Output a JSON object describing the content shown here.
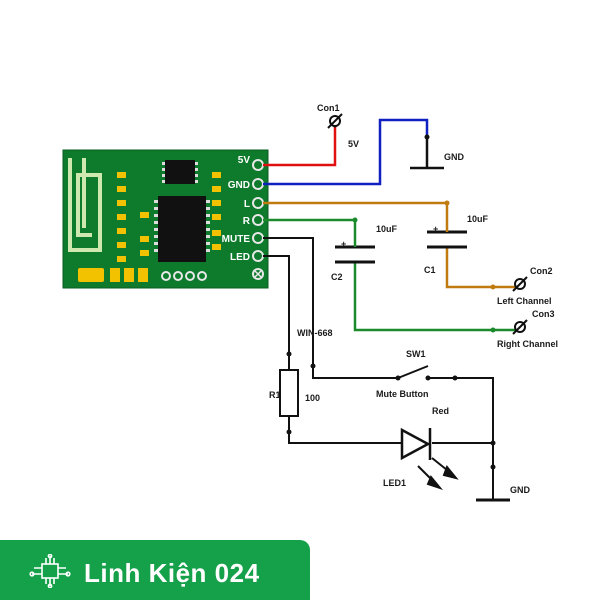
{
  "module": {
    "name": "WIN-668",
    "pins": [
      "5V",
      "GND",
      "L",
      "R",
      "MUTE",
      "LED"
    ]
  },
  "connectors": {
    "con1": {
      "name": "Con1",
      "value": "5V"
    },
    "con2": {
      "name": "Con2",
      "label": "Left Channel"
    },
    "con3": {
      "name": "Con3",
      "label": "Right Channel"
    }
  },
  "components": {
    "c1": {
      "name": "C1",
      "value": "10uF"
    },
    "c2": {
      "name": "C2",
      "value": "10uF"
    },
    "r1": {
      "name": "R1",
      "value": "100"
    },
    "sw1": {
      "name": "SW1",
      "label": "Mute Button"
    },
    "led1": {
      "name": "LED1",
      "color": "Red"
    }
  },
  "ground_labels": {
    "top": "GND",
    "bottom": "GND"
  },
  "wire_colors": {
    "power": "#e01010",
    "ground": "#1020c0",
    "left": "#c07a10",
    "right": "#1a8a2a",
    "signal": "#111111"
  },
  "brand": {
    "text": "Linh Kiện 024",
    "color": "#15a04a"
  }
}
